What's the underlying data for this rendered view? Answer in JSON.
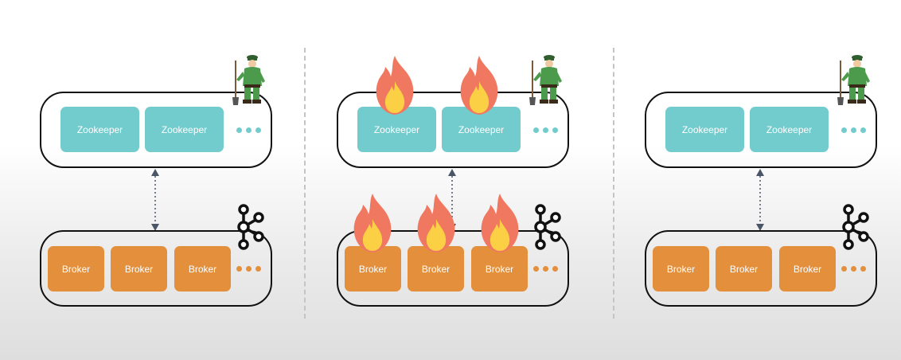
{
  "labels": {
    "zookeeper": "Zookeeper",
    "broker": "Broker"
  },
  "panels": [
    {
      "state": "normal",
      "zookeeper_nodes": 2,
      "broker_nodes": 3,
      "zk_on_fire": [
        false,
        false
      ],
      "br_on_fire": [
        false,
        false,
        false
      ]
    },
    {
      "state": "on-fire",
      "zookeeper_nodes": 2,
      "broker_nodes": 3,
      "zk_on_fire": [
        true,
        true
      ],
      "br_on_fire": [
        true,
        true,
        true
      ]
    },
    {
      "state": "normal",
      "zookeeper_nodes": 2,
      "broker_nodes": 3,
      "zk_on_fire": [
        false,
        false
      ],
      "br_on_fire": [
        false,
        false,
        false
      ]
    }
  ],
  "colors": {
    "zookeeper_node": "#72cccd",
    "broker_node": "#e38f3b",
    "cluster_border": "#111111",
    "link": "#4a5568",
    "divider": "#c4c4c4",
    "flame_outer": "#f07860",
    "flame_inner": "#fbd044"
  },
  "icons": {
    "keeper": "zookeeper-keeper-icon",
    "kafka": "kafka-logo-icon",
    "fire": "fire-icon",
    "more": "ellipsis-icon"
  }
}
